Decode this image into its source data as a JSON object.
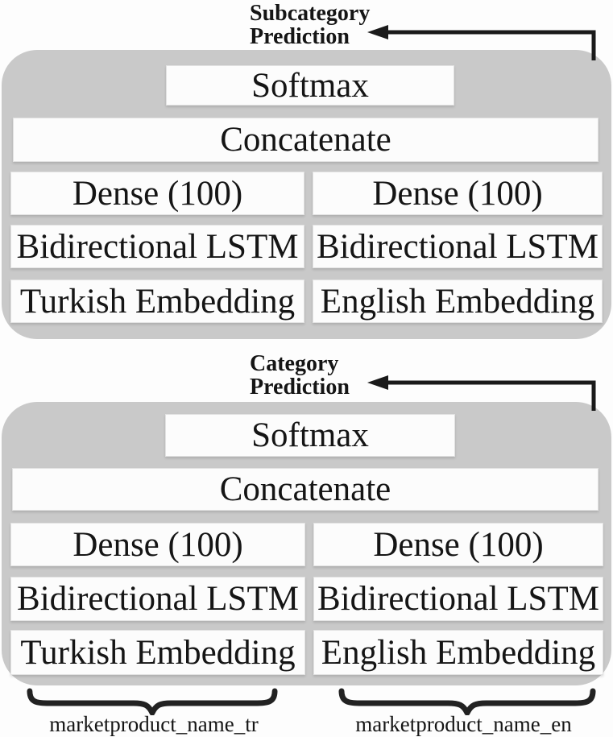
{
  "colors": {
    "background": "#fdfdfd",
    "container": "#c9c9c9",
    "box": "#fcfcfc",
    "text": "#151515",
    "arrow": "#1a1a1a"
  },
  "icons": {
    "feedback_arrowhead": "left-pointing solid triangle",
    "underbrace": "curly under-brace"
  },
  "blocks": [
    {
      "id": "subcategory",
      "label_line1": "Subcategory",
      "label_line2": "Prediction",
      "softmax": "Softmax",
      "concatenate": "Concatenate",
      "columns": {
        "left": {
          "dense": "Dense (100)",
          "lstm": "Bidirectional LSTM",
          "embedding": "Turkish Embedding"
        },
        "right": {
          "dense": "Dense (100)",
          "lstm": "Bidirectional LSTM",
          "embedding": "English Embedding"
        }
      }
    },
    {
      "id": "category",
      "label_line1": "Category",
      "label_line2": "Prediction",
      "softmax": "Softmax",
      "concatenate": "Concatenate",
      "columns": {
        "left": {
          "dense": "Dense (100)",
          "lstm": "Bidirectional LSTM",
          "embedding": "Turkish Embedding"
        },
        "right": {
          "dense": "Dense (100)",
          "lstm": "Bidirectional LSTM",
          "embedding": "English Embedding"
        }
      }
    }
  ],
  "inputs": {
    "left": "marketproduct_name_tr",
    "right": "marketproduct_name_en"
  }
}
